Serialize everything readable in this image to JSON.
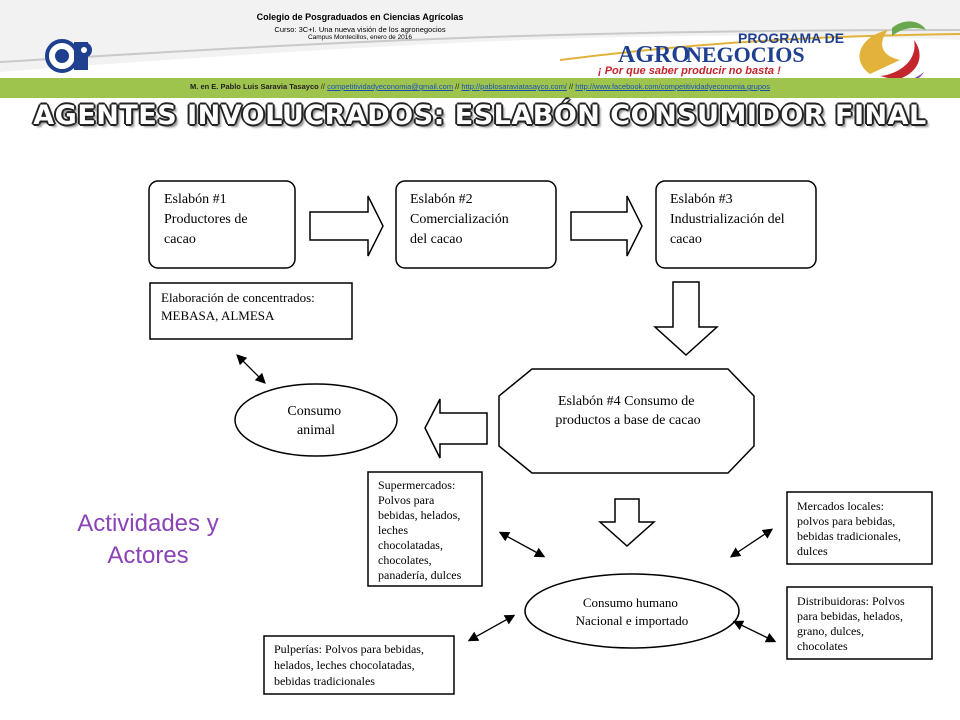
{
  "header": {
    "institution": "Colegio de Posgraduados en Ciencias Agrícolas",
    "course": "Curso: 3C+I. Una nueva visión de los agronegocios",
    "campus": "Campus Montecillos, enero de 2016",
    "logo_left_text": "CP",
    "brand": {
      "line1": "PROGRAMA DE",
      "agro": "AGRO",
      "negocios": "NEGOCIOS",
      "slogan": "¡ Por que saber producir no basta !"
    },
    "contact": {
      "author": "M. en E. Pablo Luis Saravia Tasayco",
      "sep": "//",
      "email": "competitividadyeconomia@gmail.com",
      "site": "http://pablosaraviatasayco.com/",
      "facebook": "http://www.facebook.com/competitividadyeconomia.grupos"
    }
  },
  "title": "AGENTES INVOLUCRADOS: ESLABÓN CONSUMIDOR FINAL",
  "side_caption": [
    "Actividades y",
    "Actores"
  ],
  "diagram": {
    "eslabon1": [
      "Eslabón #1",
      "Productores de",
      "cacao"
    ],
    "eslabon2": [
      "Eslabón #2",
      "Comercialización",
      "del cacao"
    ],
    "eslabon3": [
      "Eslabón #3",
      "Industrialización del",
      "cacao"
    ],
    "concentrados": [
      "Elaboración de concentrados:",
      "MEBASA, ALMESA"
    ],
    "consumo_animal": [
      "Consumo",
      "animal"
    ],
    "eslabon4": [
      "Eslabón #4 Consumo de",
      "productos a base de cacao"
    ],
    "supermercados": [
      "Supermercados:",
      "Polvos para",
      "bebidas, helados,",
      "leches",
      "chocolatadas,",
      "chocolates,",
      "panadería, dulces"
    ],
    "mercados_locales": [
      "Mercados locales:",
      "polvos para bebidas,",
      "bebidas tradicionales,",
      "dulces"
    ],
    "consumo_humano": [
      "Consumo humano",
      "Nacional e importado"
    ],
    "distribuidoras": [
      "Distribuidoras: Polvos",
      "para bebidas, helados,",
      "grano, dulces,",
      "chocolates"
    ],
    "pulperias": [
      "Pulperías: Polvos para bebidas,",
      "helados, leches chocolatadas,",
      "bebidas tradicionales"
    ]
  },
  "colors": {
    "header_bar": "#9fc44d",
    "caption": "#8a44b8",
    "brand_blue": "#1f3f8f",
    "brand_red": "#c4262e"
  }
}
